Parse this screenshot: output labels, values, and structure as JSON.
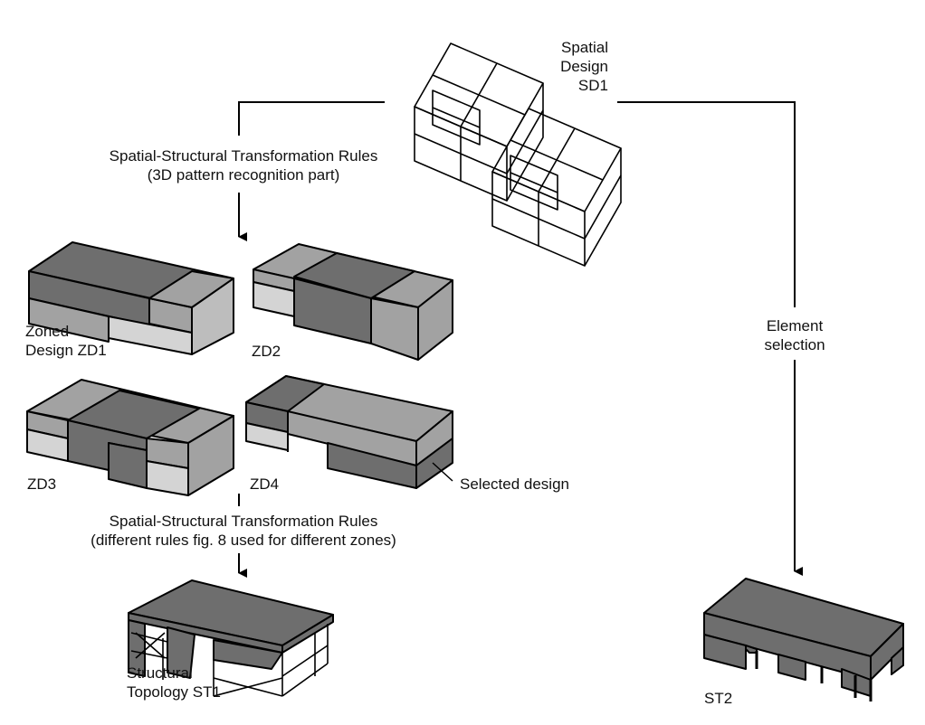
{
  "colors": {
    "dark": "#6e6e6e",
    "mid": "#a2a2a2",
    "light": "#d4d4d4",
    "line": "#000000"
  },
  "sd1": {
    "line1": "Spatial",
    "line2": "Design",
    "line3": "SD1"
  },
  "rules1": {
    "line1": "Spatial-Structural Transformation Rules",
    "line2": "(3D pattern recognition part)"
  },
  "zd1": {
    "line1": "Zoned",
    "line2": "Design ZD1"
  },
  "zd2": {
    "label": "ZD2"
  },
  "zd3": {
    "label": "ZD3"
  },
  "zd4": {
    "label": "ZD4"
  },
  "selected": {
    "label": "Selected design"
  },
  "rules2": {
    "line1": "Spatial-Structural Transformation Rules",
    "line2": "(different rules fig. 8 used for different zones)"
  },
  "st1": {
    "line1": "Structural",
    "line2": "Topology ST1"
  },
  "element_selection": {
    "line1": "Element",
    "line2": "selection"
  },
  "st2": {
    "label": "ST2"
  }
}
